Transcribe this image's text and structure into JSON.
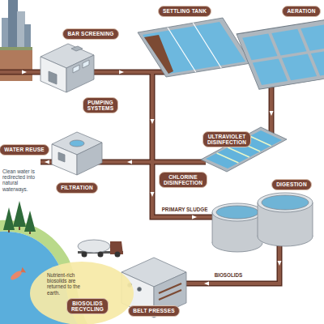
{
  "diagram": {
    "nodes": [
      {
        "text": [
          "SETTLING TANK"
        ]
      },
      {
        "text": [
          "AERATION"
        ]
      },
      {
        "text": [
          "BAR SCREENING"
        ]
      },
      {
        "text": [
          "PUMPING SYSTEMS"
        ]
      },
      {
        "text": [
          "ULTRAVIOLET DISINFECTION"
        ]
      },
      {
        "text": [
          "WATER REUSE"
        ]
      },
      {
        "text": [
          "CHLORINE DISINFECTION"
        ]
      },
      {
        "text": [
          "DIGESTION"
        ]
      },
      {
        "text": [
          "FILTRATION"
        ]
      },
      {
        "text": [
          "Nutrient-rich biosolids are returned to the earth."
        ]
      },
      {
        "text": [
          "BIOSOLIDS RECYCLING"
        ],
        "in": 9
      },
      {
        "text": [
          "BELT PRESSES"
        ]
      }
    ],
    "labels": [
      "Clean water is redirected into natural waterways.",
      "PRIMARY SLUDGE",
      "BIOSOLIDS"
    ]
  }
}
